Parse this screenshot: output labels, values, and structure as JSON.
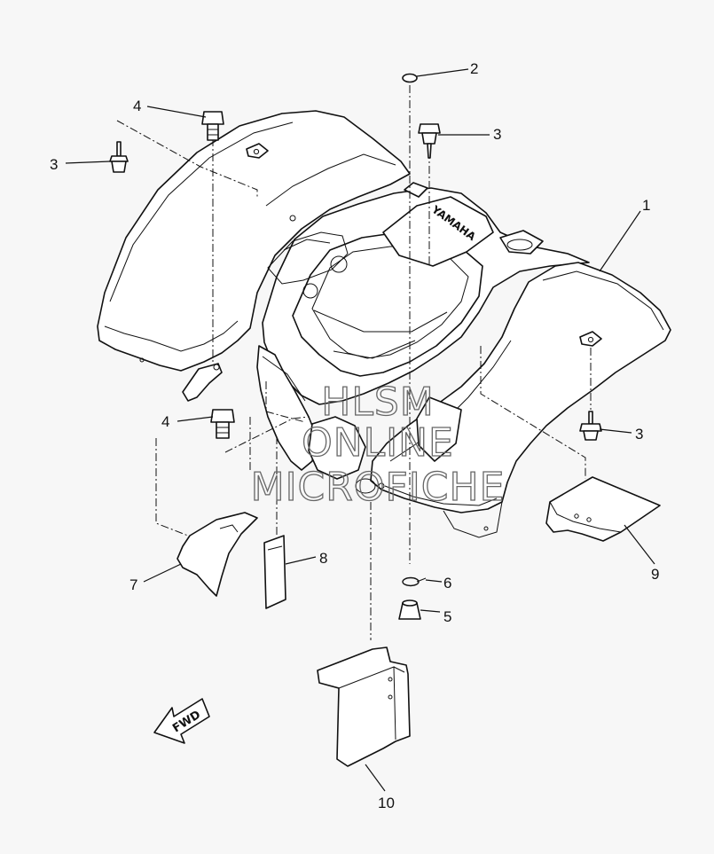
{
  "diagram": {
    "callouts": [
      {
        "id": "c1",
        "label": "1"
      },
      {
        "id": "c2",
        "label": "2"
      },
      {
        "id": "c3a",
        "label": "3"
      },
      {
        "id": "c3b",
        "label": "3"
      },
      {
        "id": "c3c",
        "label": "3"
      },
      {
        "id": "c4a",
        "label": "4"
      },
      {
        "id": "c4b",
        "label": "4"
      },
      {
        "id": "c5",
        "label": "5"
      },
      {
        "id": "c6",
        "label": "6"
      },
      {
        "id": "c7",
        "label": "7"
      },
      {
        "id": "c8",
        "label": "8"
      },
      {
        "id": "c9",
        "label": "9"
      },
      {
        "id": "c10",
        "label": "10"
      }
    ],
    "fender_stamp": "YAMAHA",
    "direction_arrow": "FWD",
    "watermark": [
      "HLSM",
      "ONLINE",
      "MICROFICHE"
    ]
  }
}
